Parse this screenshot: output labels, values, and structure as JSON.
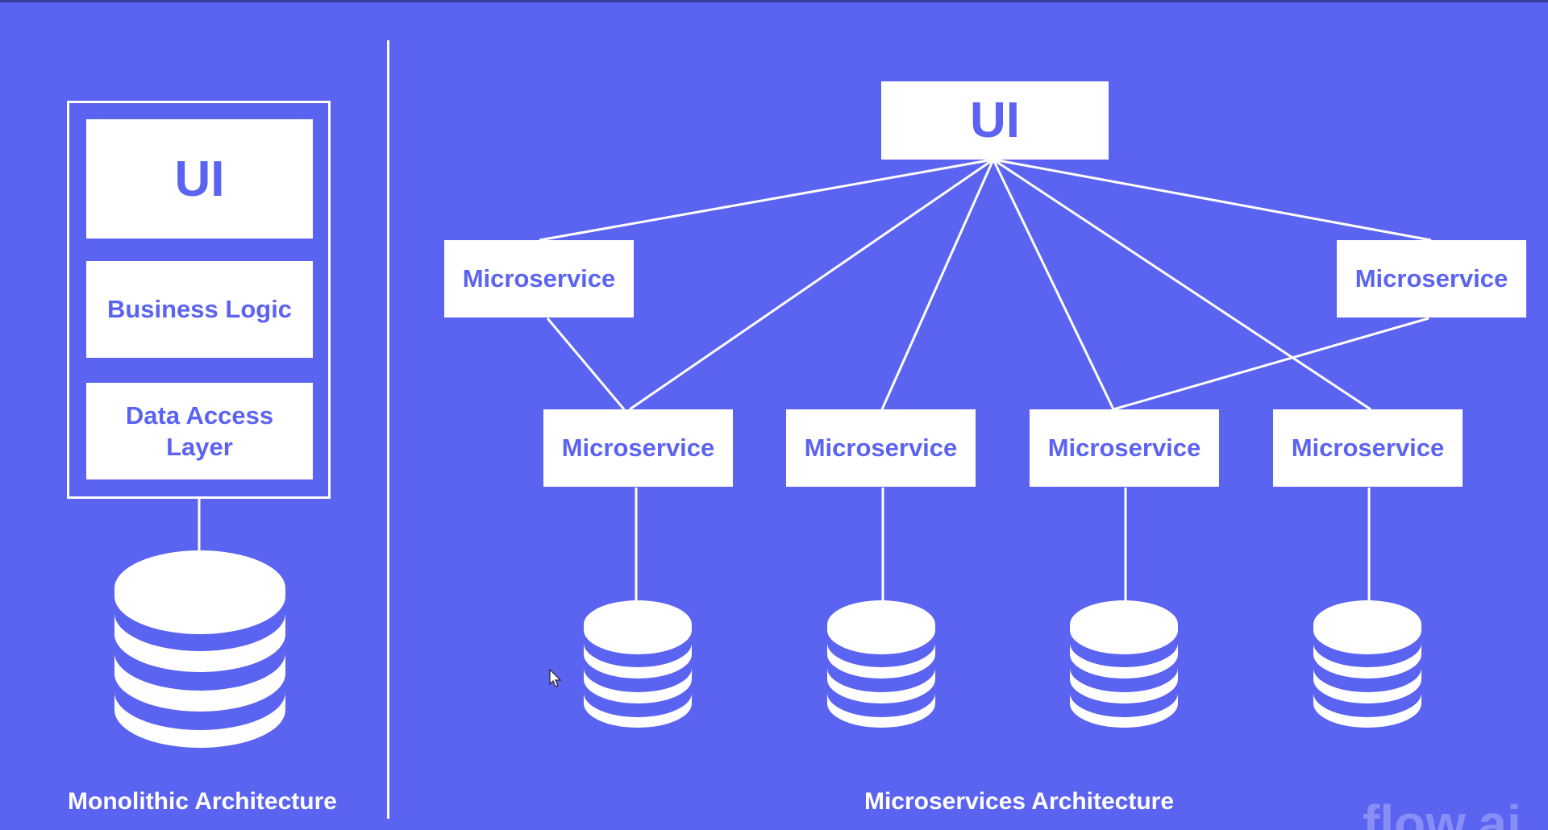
{
  "monolith": {
    "layers": {
      "ui": "UI",
      "business_logic": "Business Logic",
      "data_access_line1": "Data Access",
      "data_access_line2": "Layer"
    },
    "caption": "Monolithic Architecture"
  },
  "microservices": {
    "ui": "UI",
    "services": [
      "Microservice",
      "Microservice",
      "Microservice",
      "Microservice",
      "Microservice",
      "Microservice"
    ],
    "caption": "Microservices Architecture"
  },
  "watermark": "flow.ai",
  "colors": {
    "background": "#5b63f1",
    "foreground": "#ffffff",
    "text_accent": "#5b63f1"
  },
  "icons": {
    "database": "database-icon",
    "cursor": "mouse-pointer-icon"
  }
}
